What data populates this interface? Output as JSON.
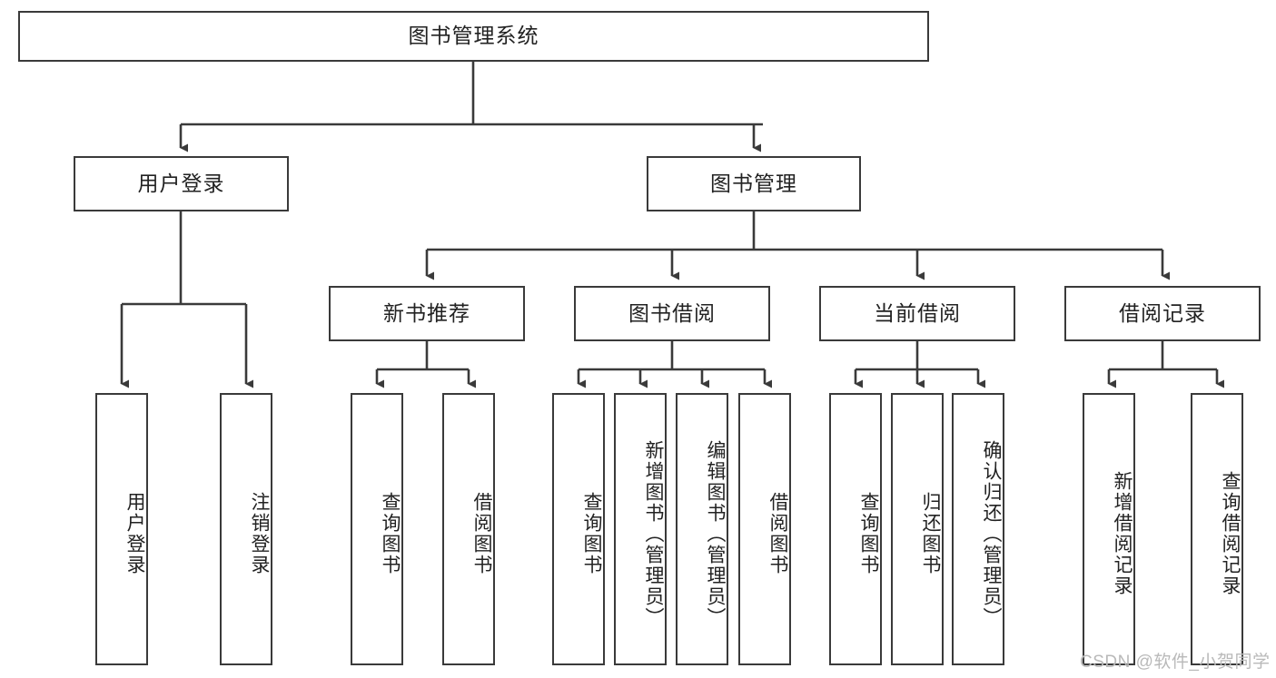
{
  "diagram": {
    "type": "tree-hierarchy",
    "title": "图书管理系统",
    "watermark": "CSDN @软件_小贺同学",
    "colors": {
      "box_border": "#3a3a3a",
      "box_fill": "#ffffff",
      "connector": "#3a3a3a",
      "text": "#222222",
      "watermark": "#b9b9b9",
      "background": "#ffffff"
    },
    "levels": [
      {
        "level": 1,
        "nodes": [
          {
            "id": "root",
            "label": "图书管理系统",
            "orientation": "horizontal"
          }
        ]
      },
      {
        "level": 2,
        "nodes": [
          {
            "id": "user-login",
            "label": "用户登录",
            "orientation": "horizontal",
            "parent": "root"
          },
          {
            "id": "book-manage",
            "label": "图书管理",
            "orientation": "horizontal",
            "parent": "root"
          }
        ]
      },
      {
        "level": 3,
        "nodes": [
          {
            "id": "new-book-recommend",
            "label": "新书推荐",
            "orientation": "horizontal",
            "parent": "book-manage"
          },
          {
            "id": "book-borrow",
            "label": "图书借阅",
            "orientation": "horizontal",
            "parent": "book-manage"
          },
          {
            "id": "current-borrow",
            "label": "当前借阅",
            "orientation": "horizontal",
            "parent": "book-manage"
          },
          {
            "id": "borrow-record",
            "label": "借阅记录",
            "orientation": "horizontal",
            "parent": "book-manage"
          }
        ]
      },
      {
        "level": 4,
        "nodes": [
          {
            "id": "leaf-user-login",
            "label": "用户登录",
            "orientation": "vertical",
            "parent": "user-login"
          },
          {
            "id": "leaf-logout",
            "label": "注销登录",
            "orientation": "vertical",
            "parent": "user-login"
          },
          {
            "id": "leaf-query-book-1",
            "label": "查询图书",
            "orientation": "vertical",
            "parent": "new-book-recommend"
          },
          {
            "id": "leaf-borrow-book-1",
            "label": "借阅图书",
            "orientation": "vertical",
            "parent": "new-book-recommend"
          },
          {
            "id": "leaf-query-book-2",
            "label": "查询图书",
            "orientation": "vertical",
            "parent": "book-borrow"
          },
          {
            "id": "leaf-add-book",
            "label": "新增图书（管理员）",
            "orientation": "vertical",
            "parent": "book-borrow"
          },
          {
            "id": "leaf-edit-book",
            "label": "编辑图书（管理员）",
            "orientation": "vertical",
            "parent": "book-borrow"
          },
          {
            "id": "leaf-borrow-book-2",
            "label": "借阅图书",
            "orientation": "vertical",
            "parent": "book-borrow"
          },
          {
            "id": "leaf-query-book-3",
            "label": "查询图书",
            "orientation": "vertical",
            "parent": "current-borrow"
          },
          {
            "id": "leaf-return-book",
            "label": "归还图书",
            "orientation": "vertical",
            "parent": "current-borrow"
          },
          {
            "id": "leaf-confirm-return",
            "label": "确认归还（管理员）",
            "orientation": "vertical",
            "parent": "current-borrow"
          },
          {
            "id": "leaf-add-record",
            "label": "新增借阅记录",
            "orientation": "vertical",
            "parent": "borrow-record"
          },
          {
            "id": "leaf-query-record",
            "label": "查询借阅记录",
            "orientation": "vertical",
            "parent": "borrow-record"
          }
        ]
      }
    ]
  }
}
